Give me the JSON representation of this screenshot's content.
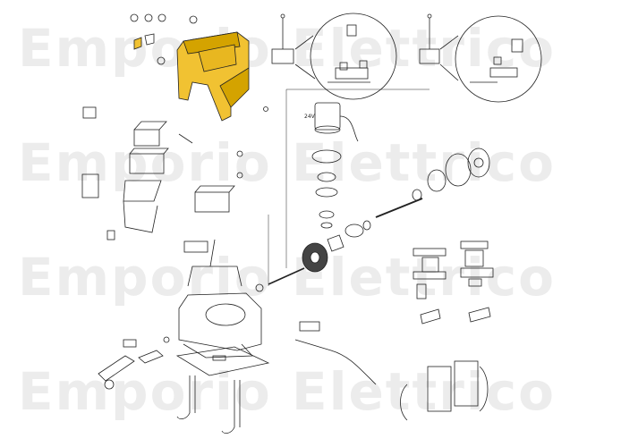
{
  "watermark": {
    "line1": "Emporio Elettrico",
    "line2": "Emporio Elettrico",
    "line3": "Emporio Elettrico",
    "line4": "Emporio Elettrico"
  },
  "motor_label": "24V",
  "colors": {
    "cover": "#f1c232",
    "cover_dark": "#d4a300",
    "line": "#222222",
    "watermark": "#ececec"
  }
}
